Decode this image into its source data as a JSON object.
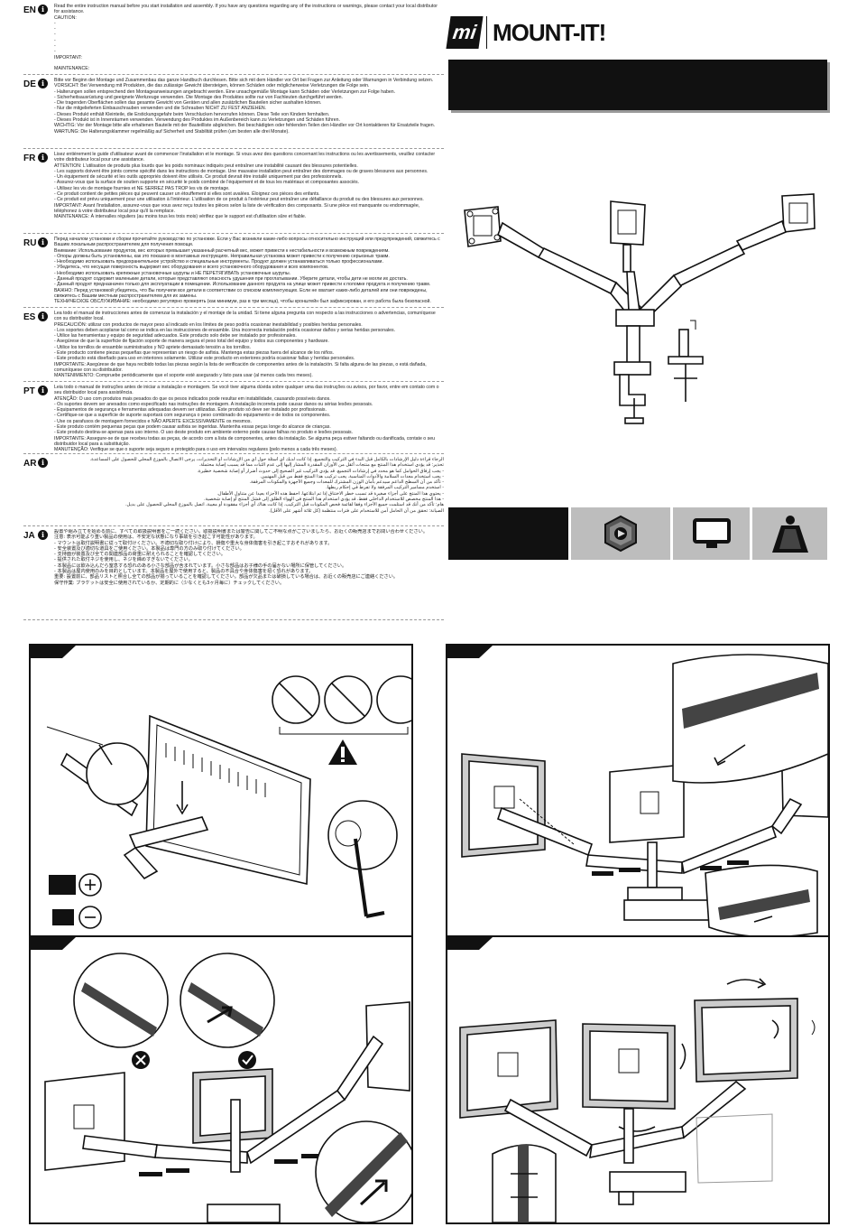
{
  "brand": {
    "logo_mark": "mi",
    "name": "MOUNT-IT!"
  },
  "languages": [
    {
      "code": "EN",
      "text": "Read the entire instruction manual before you start installation and assembly. If you have any questions regarding any of the instructions or warnings, please contact your local distributor for assistance.\nCAUTION:\n-\n-\n-\n-\n-\n-\nIMPORTANT:\n\nMAINTENANCE:"
    },
    {
      "code": "DE",
      "text": "Bitte vor Beginn der Montage und Zusammenbau das ganze Handbuch durchlesen. Bitte sich mit dem Händler vor Ort bei Fragen zur Anleitung oder Warnungen in Verbindung setzen.\nVORSICHT: Bei Verwendung mit Produkten, die das zulässige Gewicht übersteigen, können Schäden oder möglicherweise Verletzungen die Folge sein.\n- Halterungen sollen entsprechend den Montageanweisungen angebracht werden. Eine unsachgemäße Montage kann Schäden oder Verletzungen zur Folge haben.\n- Sicherheitsausrüstung und geeignete Werkzeuge verwenden. Die Montage des Produktes sollte nur von Fachleuten durchgeführt werden.\n- Die tragenden Oberflächen sollen das gesamte Gewicht von Geräten und allen zusätzlichen Bauteilen sicher aushalten können.\n- Nur die mitgelieferten Einbauschrauben verwenden und die Schrauben NICHT ZU FEST ANZIEHEN.\n- Dieses Produkt enthält Kleinteile, die Erstickungsgefahr beim Verschlucken hervorrufen können. Diese Teile von Kindern fernhalten.\n- Dieses Produkt ist in Innenräumen verwenden. Verwendung des Produktes im Außenbereich kann zu Verletzungen und Schäden führen.\nWICHTIG: Vor der Montage bitte alle erhaltenen Bauteile mit der Bauteilliste abgleichen. Bei beschädigten oder fehlenden Teilen den Händler vor Ort kontaktieren für Ersatzteile fragen.\nWARTUNG: Die Halterungsklammer regelmäßig auf Sicherheit und Stabilität prüfen (um besten alle drei Monate)."
    },
    {
      "code": "FR",
      "text": "Lisez entièrement le guide d'utilisateur avant de commencer l'installation et le montage. Si vous avez des questions concernant les instructions ou les avertissements, veuillez contacter votre distributeur local pour une assistance.\nATTENTION: L'utilisation de produits plus lourds que les poids nominaux indiqués peut entraîner une instabilité causant des blessures potentielles.\n- Les supports doivent être joints comme spécifié dans les instructions de montage. Une mauvaise installation peut entraîner des dommages ou de graves blessures aux personnes.\n- Un équipement de sécurité et les outils appropriés doivent être utilisés. Ce produit devrait être installé uniquement par des professionnels.\n- Assurez-vous que la surface de soutien supporte en sécurité le poids combiné de l'équipement et de tous les matériaux et composantes associés.\n- Utilisez les vis de montage fournies et NE SERREZ PAS TROP les vis de montage.\n- Ce produit contient de petites pièces qui peuvent causer un étouffement si elles sont avalées. Éloignez ces pièces des enfants.\n- Ce produit est prévu uniquement pour une utilisation à l'intérieur. L'utilisation de ce produit à l'extérieur peut entraîner une défaillance du produit ou des blessures aux personnes.\nIMPORTANT: Avant l'installation, assurez-vous que vous avez reçu toutes les pièces selon la liste de vérification des composants. Si une pièce est manquante ou endommagée, téléphonez à votre distributeur local pour qu'il la remplace.\nMAINTENANCE: À intervalles réguliers (au moins tous les trois mois) vérifiez que le support est d'utilisation sûre et fiable."
    },
    {
      "code": "RU",
      "text": "Перед началом установки и сборки прочитайте руководство по установке. Если у Вас возникли какие-либо вопросы относительно инструкций или предупреждений, свяжитесь с Вашим локальным распространителем для получения помощи.\nВнимание: Использование продуктов, вес которых превышает указанный расчетный вес, может привести к нестабильности и возможным повреждениям.\n- Опоры должны быть установлены, как это показано в монтажных инструкциях. Неправильная установка может привести к получению серьезных травм.\n- Необходимо использовать предохранительное устройство и специальные инструменты. Продукт должен устанавливаться только профессионалами.\n- Убедитесь, что несущая поверхность выдержит вес оборудования и всего установочного оборудования и всех компонентов.\n- Необходимо использовать крепежные установочные шурупы и НЕ ПЕРЕТЯГИВАТЬ установочные шурупы.\n- Данный продукт содержит маленькие детали, которые представляют опасность удушения при проглатывании. Уберите детали, чтобы дети не могли их достать.\n- Данный продукт предназначен только для эксплуатации в помещении. Использование данного продукта на улице может привести к поломке продукта и получению травм.\nВАЖНО: Перед установкой убедитесь, что Вы получили все детали в соответствии со списком комплектующих. Если не хватает каких-либо деталей или они повреждены, свяжитесь с Вашим местным распространителем для их замены.\nТЕХНИЧЕСКОЕ ОБСЛУЖИВАНИЕ: необходимо регулярно проверять (как минимум, раз в три месяца), чтобы кронштейн был зафиксирован, и его работа была безопасной."
    },
    {
      "code": "ES",
      "text": "Lea todo el manual de instrucciones antes de comenzar la instalación y el montaje de la unidad. Si tiene alguna pregunta con respecto a las instrucciones o advertencias, comuníquese con su distribuidor local.\nPRECAUCIÓN: utilizar con productos de mayor peso al indicado en los límites de peso podría ocasionar inestabilidad y posibles heridas personales.\n- Los soportes deben acoplarse tal como se indica en las instrucciones de ensamble. Una incorrecta instalación podría ocasionar daños y serias heridas personales.\n- Utilice las herramientas y equipo de seguridad adecuados. Este producto solo debe ser instalado por profesionales.\n- Asegúrese de que la superficie de fijación soporte de manera segura el peso total del equipo y todos sus componentes y hardware.\n- Utilice los tornillos de ensamble suministrados y NO apriete demasiado tensión a los tornillos.\n- Este producto contiene piezas pequeñas que representan un riesgo de asfixia. Mantenga estas piezas fuera del alcance de los niños.\n- Este producto está diseñado para uso en interiores solamente. Utilizar este producto en exteriores podría ocasionar fallas y heridas personales.\nIMPORTANTE: Asegúrese de que haya recibido todas las piezas según la lista de verificación de componentes antes de la instalación. Si falta alguna de las piezas, o está dañada, comuníquese con su distribuidor.\nMANTENIMIENTO: Compruebe periódicamente que el soporte esté asegurado y listo para usar (al menos cada tres meses)."
    },
    {
      "code": "PT",
      "text": "Leia todo o manual de instruções antes de iniciar a instalação e montagem. Se você tiver alguma dúvida sobre qualquer uma das instruções ou avisos, por favor, entre em contato com o seu distribuidor local para assistência.\nATENÇÃO: O uso com produtos mais pesados do que os pesos indicados pode resultar em instabilidade, causando possíveis danos.\n- Os suportes devem ser anexados como especificado nas instruções de montagem. A instalação incorreta pode causar danos ou sérias lesões pessoais.\n- Equipamentos de segurança e ferramentas adequadas devem ser utilizadas. Este produto só deve ser instalado por profissionais.\n- Certifique-se que a superfície de suporte suportará com segurança o peso combinado do equipamento e de todos os componentes.\n- Use os parafusos de montagem fornecidos e NÃO APERTE EXCESSIVAMENTE os mesmos.\n- Este produto contém pequenas peças que podem causar asfixia se ingeridas. Mantenha essas peças longe do alcance de crianças.\n- Este produto destina-se apenas para uso interno. O uso deste produto em ambiente externo pode causar falhas no produto e lesões pessoais.\nIMPORTANTE: Assegure-se de que recebeu todas as peças, de acordo com a lista de componentes, antes da instalação. Se alguma peça estiver faltando ou danificada, contate o seu distribuidor local para a substituição.\nMANUTENÇÃO: Verifique se que o suporte seja seguro e protegido para o uso em intervalos regulares (pelo menos a cada três meses)."
    },
    {
      "code": "AR",
      "rtl": true,
      "text": "الرجاء قراءة دليل الإرشادات بالكامل قبل البدء في التركيب والتجميع. إذا كانت لديك أي أسئلة حول أي من الإرشادات أو التحذيرات، يرجى الاتصال بالموزع المحلي للحصول على المساعدة.\nتحذير: قد يؤدي استخدام هذا المنتج مع منتجات أثقل من الأوزان المقدرة المشار إليها إلى عدم الثبات مما قد يسبب إصابة محتملة.\n- يجب إرفاق الحوامل كما هو محدد في إرشادات التجميع. قد يؤدي التركيب غير الصحيح إلى حدوث أضرار أو إصابة شخصية خطيرة.\n- يجب استخدام معدات السلامة والأدوات المناسبة. يجب تركيب هذا المنتج فقط من قبل المهنيين.\n- تأكد من أن السطح الداعم سيدعم بأمان الوزن المشترك للمعدات وجميع الأجهزة والمكونات المرفقة.\n- استخدم مسامير التركيب المرفقة ولا تفرط في إحكام ربطها.\n- يحتوي هذا المنتج على أجزاء صغيرة قد تسبب خطر الاختناق إذا تم ابتلاعها. احفظ هذه الأجزاء بعيدا عن متناول الأطفال.\n- هذا المنتج مخصص للاستخدام الداخلي فقط. قد يؤدي استخدام هذا المنتج في الهواء الطلق إلى فشل المنتج أو إصابة شخصية.\nهام: تأكد من أنك قد استلمت جميع الأجزاء وفقا لقائمة فحص المكونات قبل التركيب. إذا كانت هناك أي أجزاء مفقودة أو معيبة، اتصل بالموزع المحلي للحصول على بديل.\nالصيانة: تحقق من أن الحامل آمن للاستخدام على فترات منتظمة (كل ثلاثة أشهر على الأقل)."
    },
    {
      "code": "JA",
      "ja": true,
      "text": "設置や組み立てを始める前に、すべての取扱説明書をご一読ください。取扱説明書または警告に関してご不明な点がございましたら、お近くの販売店までお問い合わせください。\n注意: 表示可能より重い製品の使用は、不安定な状態になり事故を引き起こす可能性があります。\n- マウントは取付説明書に従って取付けください。不適切な取り付けにより、損傷や重大な身体傷害を引き起こすおそれがあります。\n- 安全装置及び適切な道具をご使用ください。本製品は専門の方のみ取り付けてください。\n- 支持面が装置及び全ての関連部品の荷重に耐えられることを確認してください。\n- 提供された取付ネジを使用し、ネジを締めすぎないでください。\n- 本製品には飲み込んだら窒息する恐れのある小さな部品が含まれています。小さな部品はお子様の手の届かない場所に保管してください。\n- 本製品は屋内使用のみを目的としています。本製品を屋外で使用すると、製品の不具合や身体傷害を招く恐れがあります。\n重要: 設置前に、部品リストと照合し全ての部品が揃っていることを確認してください。部品が欠品または破損している場合は、お近くの販売店にご連絡ください。\n保守作業: ブラケットは安全に使用されているか、定期的に（少なくとも3ヶ月毎に）チェックしてください。"
    }
  ],
  "icons": {
    "dark_tile": "spec-tile",
    "tile_1": "hex-bolt-icon",
    "tile_2": "monitor-icon",
    "tile_3": "weight-icon"
  },
  "colors": {
    "ink": "#111111",
    "tile_gray": "#bdbdbd"
  }
}
